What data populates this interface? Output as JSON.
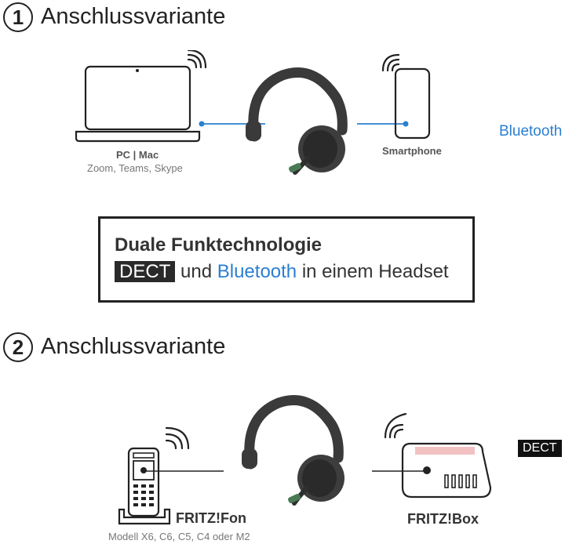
{
  "section1": {
    "number": "1",
    "title": "Anschlussvariante",
    "pc_label": "PC | Mac",
    "pc_sub": "Zoom, Teams, Skype",
    "smartphone_label": "Smartphone",
    "connection_label": "Bluetooth"
  },
  "feature_box": {
    "title": "Duale Funktechnologie",
    "dect": "DECT",
    "und": "und",
    "bluetooth": "Bluetooth",
    "rest": "in einem Headset"
  },
  "section2": {
    "number": "2",
    "title": "Anschlussvariante",
    "fritzfon_label": "FRITZ!Fon",
    "fritzfon_sub": "Modell X6, C6, C5, C4 oder M2",
    "fritzbox_label": "FRITZ!Box",
    "connection_label": "DECT"
  },
  "colors": {
    "accent_blue": "#2b7fd0",
    "dark": "#222222",
    "router_pink": "#f2c2c2"
  },
  "icons": [
    "laptop-icon",
    "headset-icon",
    "smartphone-icon",
    "wifi-signal-icon",
    "dect-phone-icon",
    "router-icon"
  ]
}
